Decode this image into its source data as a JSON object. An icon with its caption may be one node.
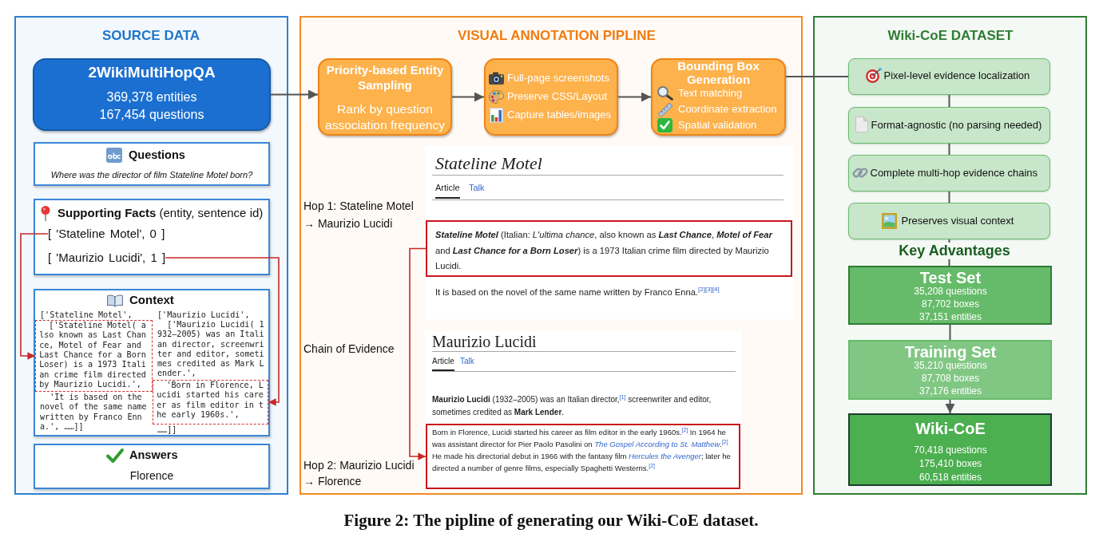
{
  "diagram": {
    "caption": "Figure 2: The pipline of generating our Wiki-CoE dataset.",
    "nodes": [
      {
        "text": [
          "SOURCE DATA"
        ]
      },
      {
        "text": [
          "2WikiMultiHopQA",
          "369,378 entities",
          "167,454 questions"
        ],
        "in": 0
      },
      {
        "text": [
          "Questions",
          "Where was the director of film Stateline Motel born?"
        ],
        "in": 0
      },
      {
        "text": [
          "**Supporting Facts** (entity, sentence id)"
        ],
        "in": 0
      },
      {
        "text": [
          "[ 'Stateline Motel', 0 ]"
        ],
        "in": 3
      },
      {
        "text": [
          "[ 'Maurizio Lucidi', 1 ]"
        ],
        "in": 3
      },
      {
        "text": [
          "Context",
          "['Stateline Motel',",
          "'It is based on the novel of the same name written by Franco Enna.', ……]]",
          "['Maurizio Lucidi',",
          "['Maurizio Lucidi( 1932–2005) was an Italian director, screenwriter and editor, sometimes credited as Mark Lender.',",
          "……]]"
        ],
        "in": 0
      },
      {
        "text": [
          "['Stateline Motel( also known as Last Chance, Motel of Fear and Last Chance for a Born Loser) is a 1973 Italian crime film directed by Maurizio Lucidi.',"
        ],
        "in": 6
      },
      {
        "text": [
          "'Born in Florence, Lucidi started his career as film editor in the early 1960s.',"
        ],
        "in": 6
      },
      {
        "text": [
          "Answers",
          "Florence"
        ],
        "in": 0
      },
      {
        "text": [
          "VISUAL ANNOTATION PIPLINE",
          "Hop 1: Stateline Motel → Maurizio Lucidi",
          "Chain of Evidence",
          "Hop 2: Maurizio Lucidi → Florence"
        ]
      },
      {
        "text": [
          "Priority-based Entity Sampling",
          "Rank by question association frequency"
        ],
        "in": 10
      },
      {
        "text": [
          "Full-page screenshots",
          "Preserve CSS/Layout",
          "Capture tables/images"
        ],
        "in": 10
      },
      {
        "text": [
          "Bounding Box Generation",
          "Text matching",
          "Coordinate extraction",
          "Spatial validation"
        ],
        "in": 10
      },
      {
        "text": [
          "Stateline Motel",
          "Article",
          "Talk",
          "It is based on the novel of the same name written by Franco Enna.$^{[2][3][4]}$"
        ],
        "in": 10
      },
      {
        "text": [
          "**Stateline Motel** (Italian: *L'ultima chance*, also known as **Last Chance**, **Motel of Fear** and **Last Chance for a Born Loser**) is a 1973 Italian crime film directed by Maurizio Lucidi."
        ],
        "in": 14
      },
      {
        "text": [
          "Maurizio Lucidi",
          "Article",
          "Talk",
          "**Maurizio Lucidi** (1932–2005) was an Italian director,$^{[1]}$ screenwriter and editor, sometimes credited as **Mark Lender**."
        ],
        "in": 10
      },
      {
        "text": [
          "Born in Florence, Lucidi started his career as film editor in the early 1960s.$^{[2]}$ In 1964 he was assistant director for Pier Paolo Pasolini on *The Gospel According to St. Matthew*.$^{[2]}$ He made his directorial debut in 1966 with the fantasy film *Hercules the Avenger*; later he directed a number of genre films, especially Spaghetti Westerns.$^{[2]}$"
        ],
        "in": 16
      },
      {
        "text": [
          "Wiki-CoE DATASET",
          "Key Advantages"
        ]
      },
      {
        "text": [
          "Pixel-level evidence localization"
        ],
        "in": 18
      },
      {
        "text": [
          "Format-agnostic (no parsing needed)"
        ],
        "in": 18
      },
      {
        "text": [
          "Complete multi-hop evidence chains"
        ],
        "in": 18
      },
      {
        "text": [
          "Preserves visual context"
        ],
        "in": 18
      },
      {
        "text": [
          "Test Set",
          "35,208 questions",
          "87,702 boxes",
          "37,151 entities"
        ],
        "in": 18
      },
      {
        "text": [
          "Training Set",
          "35,210 questions",
          "87,708 boxes",
          "37,176 entities"
        ],
        "in": 18
      },
      {
        "text": [
          "Wiki-CoE",
          "70,418 questions",
          "175,410 boxes",
          "60,518 entities"
        ],
        "in": 18
      }
    ],
    "edges": [
      {
        "from": 1,
        "to": 11,
        "arrow": "to"
      },
      {
        "from": 11,
        "to": 12,
        "arrow": "to"
      },
      {
        "from": 12,
        "to": 13,
        "arrow": "to"
      },
      {
        "from": 13,
        "to": 19,
        "arrow": "none"
      },
      {
        "from": 19,
        "to": 20,
        "arrow": "none"
      },
      {
        "from": 20,
        "to": 21,
        "arrow": "none"
      },
      {
        "from": 21,
        "to": 22,
        "arrow": "none"
      },
      {
        "from": 22,
        "to": 23,
        "arrow": "none"
      },
      {
        "from": 23,
        "to": 24,
        "arrow": "none"
      },
      {
        "from": 24,
        "to": 25,
        "arrow": "to"
      },
      {
        "from": 4,
        "to": 7,
        "arrow": "to",
        "color": "#c62828"
      },
      {
        "from": 5,
        "to": 8,
        "arrow": "to",
        "color": "#c62828"
      },
      {
        "from": 15,
        "to": 17,
        "arrow": "to",
        "color": "#c62828"
      }
    ]
  }
}
